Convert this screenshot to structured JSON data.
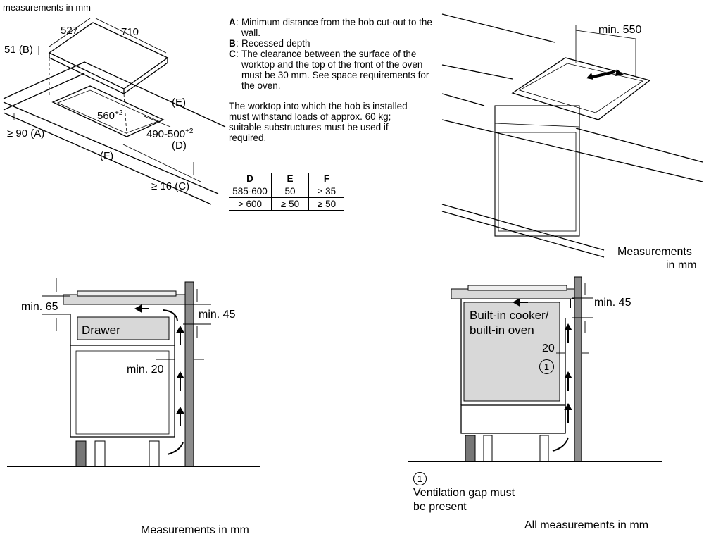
{
  "top_left": {
    "title": "measurements in mm",
    "dims": {
      "w527": "527",
      "w710": "710",
      "b": "51 (B)",
      "cut": "560",
      "cut_sup": "+2",
      "depth": "490-500",
      "depth_sup": "+2",
      "e": "(E)",
      "d": "(D)",
      "f": "(F)",
      "a": "≥ 90 (A)",
      "c": "≥ 16 (C)"
    }
  },
  "notes": [
    {
      "key": "A",
      "text": "Minimum distance from the hob cut-out to the wall."
    },
    {
      "key": "B",
      "text": "Recessed depth"
    },
    {
      "key": "C",
      "text": "The clearance between the surface of the worktop and the top of the front of the oven must be 30 mm. See space requirements for the oven."
    }
  ],
  "worktop_note": "The worktop into which the hob is installed must withstand loads of approx. 60 kg; suitable substructures must be used if required.",
  "table": {
    "headers": [
      "D",
      "E",
      "F"
    ],
    "rows": [
      [
        "585-600",
        "50",
        "≥ 35"
      ],
      [
        "> 600",
        "≥ 50",
        "≥ 50"
      ]
    ]
  },
  "top_right": {
    "min": "min. 550",
    "caption_l1": "Measurements",
    "caption_l2": "in mm"
  },
  "bottom_left": {
    "min65": "min. 65",
    "min45": "min. 45",
    "drawer": "Drawer",
    "min20": "min. 20",
    "caption": "Measurements in mm"
  },
  "bottom_right": {
    "min45": "min. 45",
    "oven_l1": "Built-in cooker/",
    "oven_l2": "built-in oven",
    "gap20": "20",
    "marker": "1",
    "legend_l1": "Ventilation gap must",
    "legend_l2": "be present",
    "caption": "All measurements in mm"
  },
  "colors": {
    "wall": "#8c8c8c",
    "panel": "#d8d8d8",
    "line": "#000000"
  }
}
